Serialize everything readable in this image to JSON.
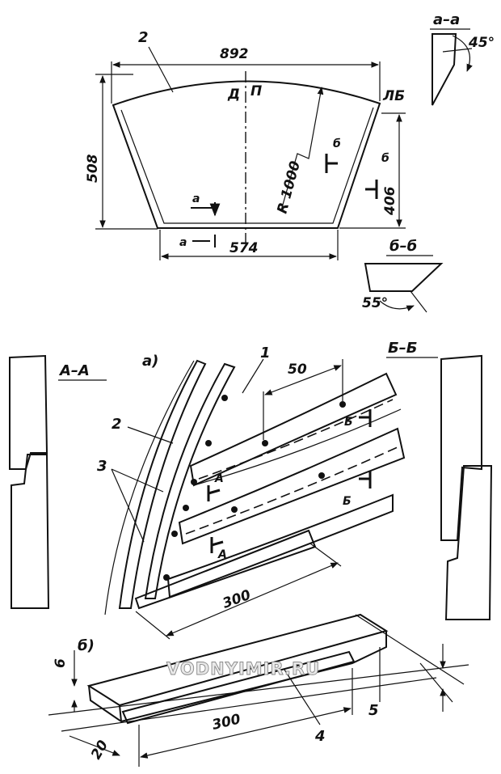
{
  "top_view": {
    "dims": {
      "width_top": "892",
      "width_bottom": "574",
      "height": "508",
      "side_height": "406",
      "radius": "R 1000"
    },
    "part_label": "2",
    "marks": {
      "d": "Д",
      "p": "П",
      "lb": "ЛБ"
    },
    "section_a_mark": "а",
    "section_b_mark": "б"
  },
  "section_aa": {
    "title": "а–а",
    "angle": "45°"
  },
  "section_bb": {
    "title": "б–б",
    "angle": "55°"
  },
  "view_a": {
    "caption": "а)",
    "labels": {
      "one": "1",
      "two": "2",
      "three": "3"
    },
    "dims": {
      "spacing": "50",
      "length": "300"
    },
    "section_marks": {
      "A": "А",
      "B": "Б"
    }
  },
  "section_AA": {
    "title": "А–А"
  },
  "section_BB": {
    "title": "Б–Б"
  },
  "view_b": {
    "caption": "б)",
    "dims": {
      "thickness": "6",
      "length": "300",
      "width": "20"
    },
    "labels": {
      "four": "4",
      "five": "5"
    }
  },
  "watermark": "VODNYIMIR.RU"
}
